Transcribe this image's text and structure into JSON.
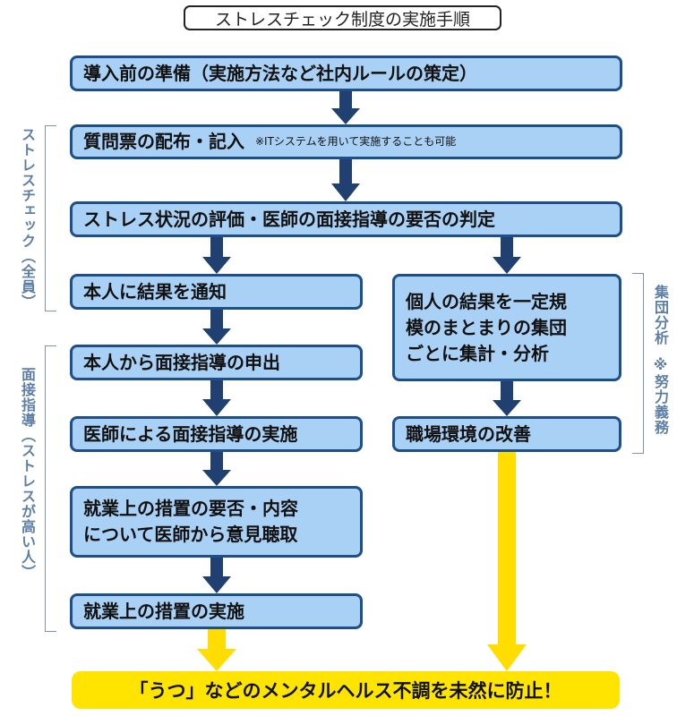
{
  "title": "ストレスチェック制度の実施手順",
  "steps": {
    "s1": "導入前の準備（実施方法など社内ルールの策定）",
    "s2": "質問票の配布・記入",
    "s2_note": "※ITシステムを用いて実施することも可能",
    "s3": "ストレス状況の評価・医師の面接指導の要否の判定",
    "s4": "本人に結果を通知",
    "s5": "本人から面接指導の申出",
    "s6": "医師による面接指導の実施",
    "s7_line1": "就業上の措置の要否・内容",
    "s7_line2": "について医師から意見聴取",
    "s8": "就業上の措置の実施",
    "r1_line1": "個人の結果を一定規",
    "r1_line2": "模のまとまりの集団",
    "r1_line3": "ごとに集計・分析",
    "r2": "職場環境の改善"
  },
  "final": "「うつ」などのメンタルヘルス不調を未然に防止！",
  "side_labels": {
    "stress_check": "ストレスチェック（全員）",
    "interview": "面接指導（ストレスが高い人）",
    "group_analysis": "集団分析",
    "effort_duty": "※努力義務"
  },
  "colors": {
    "box_fill": "#a9d0f5",
    "box_border": "#1f4f88",
    "arrow_navy": "#1f4070",
    "arrow_yellow": "#ffdd00",
    "final_fill": "#ffe400",
    "label_color": "#5d7fa6"
  }
}
